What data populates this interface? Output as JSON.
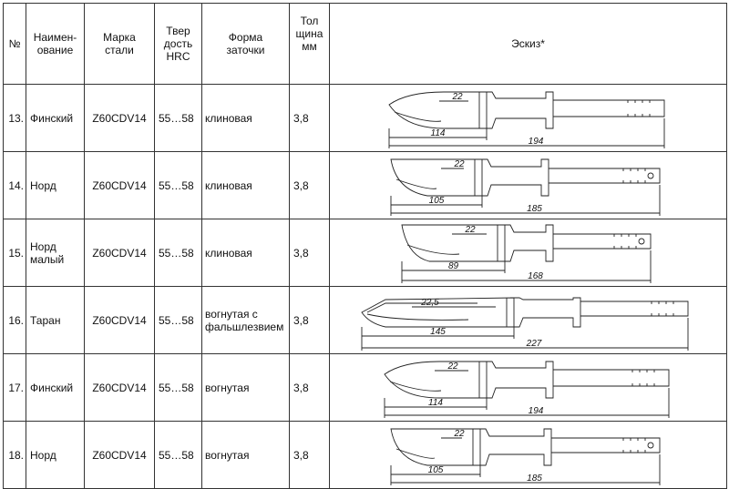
{
  "header": {
    "num": "№",
    "name": "Наимен-\nование",
    "steel": "Марка\nстали",
    "hardness": "Твер\nдость\nHRC",
    "grind": "Форма\nзаточки",
    "thickness": "Тол\nщина\nмм",
    "sketch": "Эскиз*"
  },
  "rows": [
    {
      "num": "13.",
      "name": "Финский",
      "steel": "Z60CDV14",
      "hardness": "55…58",
      "grind": "клиновая",
      "thickness": "3,8",
      "sketch": {
        "height": "22",
        "blade": "114",
        "total": "194"
      }
    },
    {
      "num": "14.",
      "name": "Норд",
      "steel": "Z60CDV14",
      "hardness": "55…58",
      "grind": "клиновая",
      "thickness": "3,8",
      "sketch": {
        "height": "22",
        "blade": "105",
        "total": "185"
      }
    },
    {
      "num": "15.",
      "name": "Норд\nмалый",
      "steel": "Z60CDV14",
      "hardness": "55…58",
      "grind": "клиновая",
      "thickness": "3,8",
      "sketch": {
        "height": "22",
        "blade": "89",
        "total": "168"
      }
    },
    {
      "num": "16.",
      "name": "Таран",
      "steel": "Z60CDV14",
      "hardness": "55…58",
      "grind": "вогнутая с\nфальшлезвием",
      "thickness": "3,8",
      "sketch": {
        "height": "22,5",
        "blade": "145",
        "total": "227"
      }
    },
    {
      "num": "17.",
      "name": "Финский",
      "steel": "Z60CDV14",
      "hardness": "55…58",
      "grind": "вогнутая",
      "thickness": "3,8",
      "sketch": {
        "height": "22",
        "blade": "114",
        "total": "194"
      }
    },
    {
      "num": "18.",
      "name": "Норд",
      "steel": "Z60CDV14",
      "hardness": "55…58",
      "grind": "вогнутая",
      "thickness": "3,8",
      "sketch": {
        "height": "22",
        "blade": "105",
        "total": "185"
      }
    }
  ]
}
